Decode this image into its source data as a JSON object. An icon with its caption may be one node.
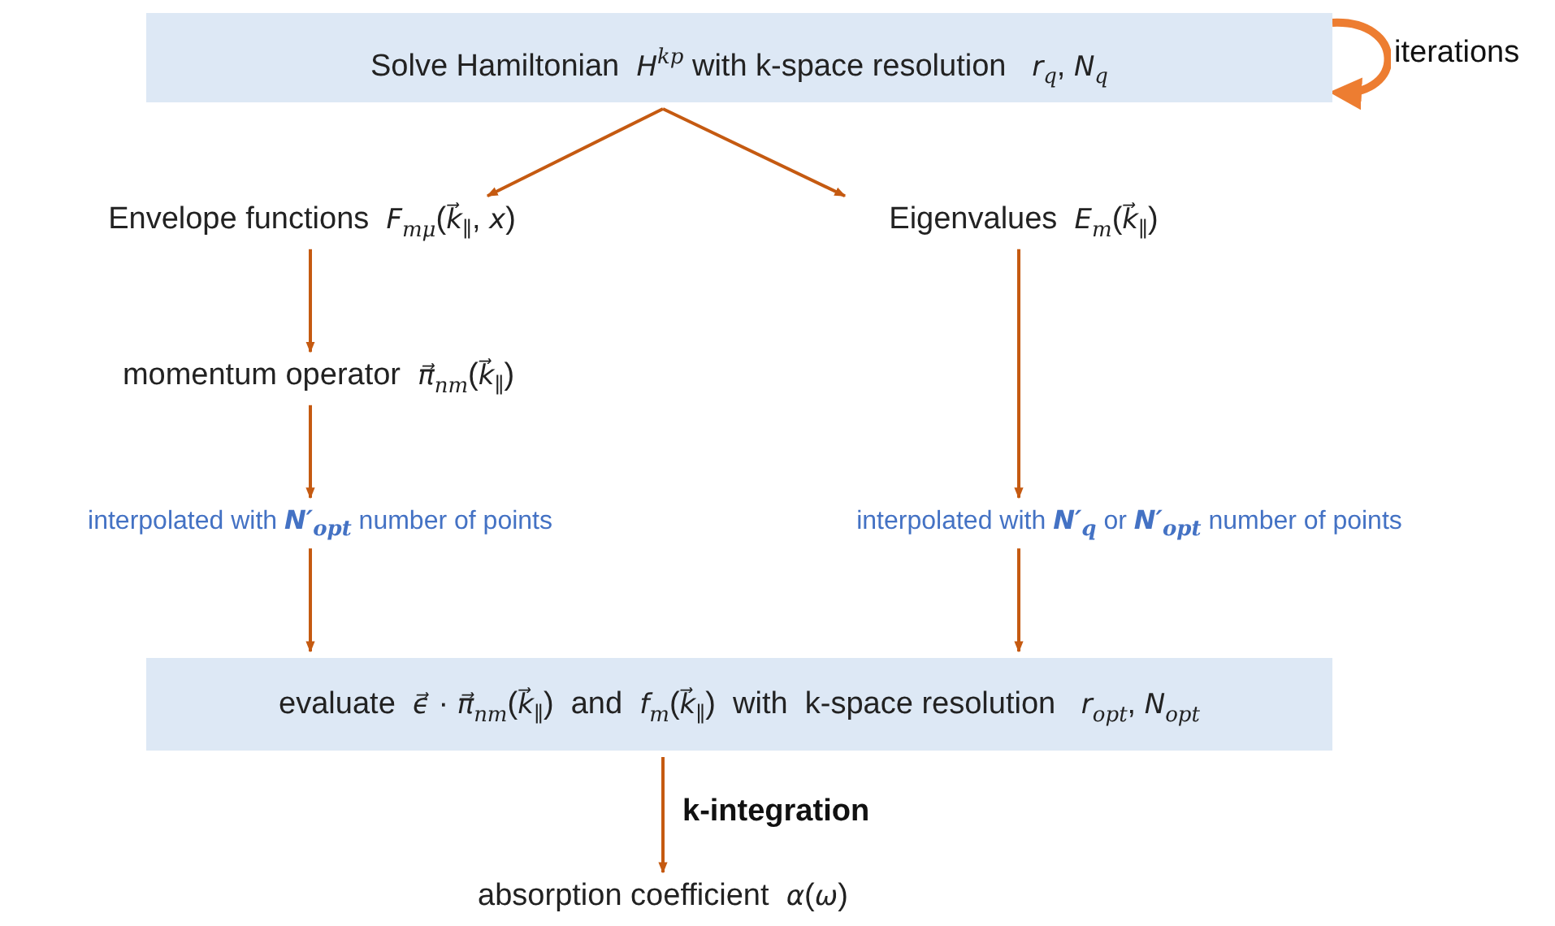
{
  "diagram": {
    "nodes": [
      {
        "text": [
          "Solve Hamiltonian  *H*$^{kp}$ with k-space resolution   *r*$_{q}$, *N*$_{q}$"
        ]
      },
      {
        "text": [
          "Envelope functions  *F*$_{mμ}$(*k⃗*$_{∥}$, *x*)"
        ]
      },
      {
        "text": [
          "Eigenvalues  *E*$_{m}$(*k⃗*$_{∥}$)"
        ]
      },
      {
        "text": [
          "momentum operator  *π⃗*$_{nm}$(*k⃗*$_{∥}$)"
        ]
      },
      {
        "text": [
          "interpolated with **N′**$_{opt}$ number of points"
        ]
      },
      {
        "text": [
          "interpolated with **N′**$_{q}$ or **N′**$_{opt}$ number of points"
        ]
      },
      {
        "text": [
          "evaluate  *ϵ⃗* · *π⃗*$_{nm}$(*k⃗*$_{∥}$)  and  *f*$_{m}$(*k⃗*$_{∥}$)  with  k-space resolution   *r*$_{opt}$, *N*$_{opt}$"
        ]
      },
      {
        "text": [
          "absorption coefficient  *α*(*ω*)"
        ]
      }
    ],
    "edges": [
      {
        "from": 0,
        "to": 0,
        "arrow": "to",
        "label": "iterations",
        "style": "thick",
        "color": "#ed7d31"
      },
      {
        "from": 0,
        "to": 1,
        "arrow": "to"
      },
      {
        "from": 0,
        "to": 2,
        "arrow": "to"
      },
      {
        "from": 1,
        "to": 3,
        "arrow": "to"
      },
      {
        "from": 3,
        "to": 4,
        "arrow": "to"
      },
      {
        "from": 2,
        "to": 5,
        "arrow": "to"
      },
      {
        "from": 4,
        "to": 6,
        "arrow": "to"
      },
      {
        "from": 5,
        "to": 6,
        "arrow": "to"
      },
      {
        "from": 6,
        "to": 7,
        "arrow": "to",
        "label": "k-integration"
      }
    ]
  }
}
